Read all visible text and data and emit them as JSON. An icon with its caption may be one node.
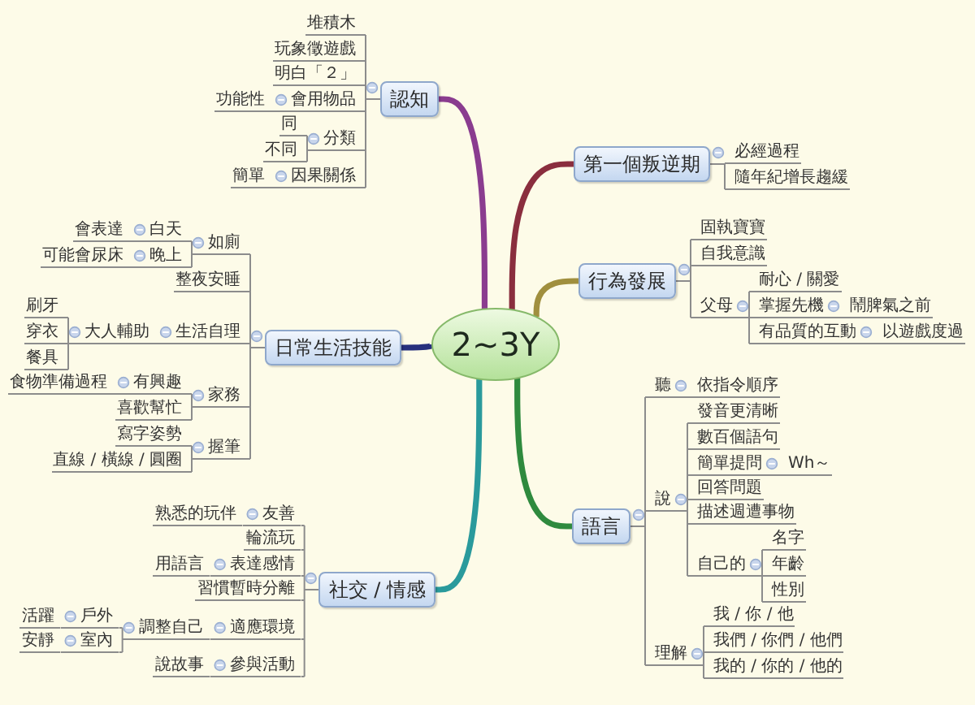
{
  "diagram": {
    "nodes": [
      {
        "text": [
          "2~3Y"
        ]
      },
      {
        "text": [
          "第一個叛逆期"
        ]
      },
      {
        "text": [
          "必經過程"
        ]
      },
      {
        "text": [
          "隨年紀增長趨緩"
        ]
      },
      {
        "text": [
          "行為發展"
        ]
      },
      {
        "text": [
          "固執寶寶"
        ]
      },
      {
        "text": [
          "自我意識"
        ]
      },
      {
        "text": [
          "父母"
        ]
      },
      {
        "text": [
          "耐心 / 關愛"
        ]
      },
      {
        "text": [
          "掌握先機"
        ]
      },
      {
        "text": [
          "鬧脾氣之前"
        ]
      },
      {
        "text": [
          "有品質的互動"
        ]
      },
      {
        "text": [
          "以遊戲度過"
        ]
      },
      {
        "text": [
          "語言"
        ]
      },
      {
        "text": [
          "聽"
        ]
      },
      {
        "text": [
          "依指令順序"
        ]
      },
      {
        "text": [
          "說"
        ]
      },
      {
        "text": [
          "發音更清晰"
        ]
      },
      {
        "text": [
          "數百個語句"
        ]
      },
      {
        "text": [
          "簡單提問"
        ]
      },
      {
        "text": [
          "Wh～"
        ]
      },
      {
        "text": [
          "回答問題"
        ]
      },
      {
        "text": [
          "描述週遭事物"
        ]
      },
      {
        "text": [
          "自己的"
        ]
      },
      {
        "text": [
          "名字"
        ]
      },
      {
        "text": [
          "年齡"
        ]
      },
      {
        "text": [
          "性別"
        ]
      },
      {
        "text": [
          "理解"
        ]
      },
      {
        "text": [
          "我 / 你 / 他"
        ]
      },
      {
        "text": [
          "我們 / 你們 / 他們"
        ]
      },
      {
        "text": [
          "我的 / 你的 / 他的"
        ]
      },
      {
        "text": [
          "社交 / 情感"
        ]
      },
      {
        "text": [
          "友善"
        ]
      },
      {
        "text": [
          "熟悉的玩伴"
        ]
      },
      {
        "text": [
          "輪流玩"
        ]
      },
      {
        "text": [
          "表達感情"
        ]
      },
      {
        "text": [
          "用語言"
        ]
      },
      {
        "text": [
          "習慣暫時分離"
        ]
      },
      {
        "text": [
          "適應環境"
        ]
      },
      {
        "text": [
          "調整自己"
        ]
      },
      {
        "text": [
          "戶外"
        ]
      },
      {
        "text": [
          "活躍"
        ]
      },
      {
        "text": [
          "室內"
        ]
      },
      {
        "text": [
          "安靜"
        ]
      },
      {
        "text": [
          "參與活動"
        ]
      },
      {
        "text": [
          "說故事"
        ]
      },
      {
        "text": [
          "日常生活技能"
        ]
      },
      {
        "text": [
          "如廁"
        ]
      },
      {
        "text": [
          "白天"
        ]
      },
      {
        "text": [
          "會表達"
        ]
      },
      {
        "text": [
          "晚上"
        ]
      },
      {
        "text": [
          "可能會尿床"
        ]
      },
      {
        "text": [
          "整夜安睡"
        ]
      },
      {
        "text": [
          "生活自理"
        ]
      },
      {
        "text": [
          "大人輔助"
        ]
      },
      {
        "text": [
          "刷牙"
        ]
      },
      {
        "text": [
          "穿衣"
        ]
      },
      {
        "text": [
          "餐具"
        ]
      },
      {
        "text": [
          "家務"
        ]
      },
      {
        "text": [
          "有興趣"
        ]
      },
      {
        "text": [
          "食物準備過程"
        ]
      },
      {
        "text": [
          "喜歡幫忙"
        ]
      },
      {
        "text": [
          "握筆"
        ]
      },
      {
        "text": [
          "寫字姿勢"
        ]
      },
      {
        "text": [
          "直線 / 橫線 / 圓圈"
        ]
      },
      {
        "text": [
          "認知"
        ]
      },
      {
        "text": [
          "堆積木"
        ]
      },
      {
        "text": [
          "玩象徵遊戲"
        ]
      },
      {
        "text": [
          "明白「２」"
        ]
      },
      {
        "text": [
          "會用物品"
        ]
      },
      {
        "text": [
          "功能性"
        ]
      },
      {
        "text": [
          "分類"
        ]
      },
      {
        "text": [
          "同"
        ]
      },
      {
        "text": [
          "不同"
        ]
      },
      {
        "text": [
          "因果關係"
        ]
      },
      {
        "text": [
          "簡單"
        ]
      }
    ],
    "edges": [
      {
        "from": 0,
        "to": 1,
        "arrow": "none",
        "style": "thick",
        "color": "#8a2e3e"
      },
      {
        "from": 1,
        "to": 2,
        "arrow": "none"
      },
      {
        "from": 1,
        "to": 3,
        "arrow": "none"
      },
      {
        "from": 0,
        "to": 4,
        "arrow": "none",
        "style": "thick",
        "color": "#a08f3e"
      },
      {
        "from": 4,
        "to": 5,
        "arrow": "none"
      },
      {
        "from": 4,
        "to": 6,
        "arrow": "none"
      },
      {
        "from": 4,
        "to": 7,
        "arrow": "none"
      },
      {
        "from": 7,
        "to": 8,
        "arrow": "none"
      },
      {
        "from": 7,
        "to": 9,
        "arrow": "none"
      },
      {
        "from": 9,
        "to": 10,
        "arrow": "none"
      },
      {
        "from": 7,
        "to": 11,
        "arrow": "none"
      },
      {
        "from": 11,
        "to": 12,
        "arrow": "none"
      },
      {
        "from": 0,
        "to": 13,
        "arrow": "none",
        "style": "thick",
        "color": "#2f8a3e"
      },
      {
        "from": 13,
        "to": 14,
        "arrow": "none"
      },
      {
        "from": 14,
        "to": 15,
        "arrow": "none"
      },
      {
        "from": 13,
        "to": 16,
        "arrow": "none"
      },
      {
        "from": 16,
        "to": 17,
        "arrow": "none"
      },
      {
        "from": 16,
        "to": 18,
        "arrow": "none"
      },
      {
        "from": 16,
        "to": 19,
        "arrow": "none"
      },
      {
        "from": 19,
        "to": 20,
        "arrow": "none"
      },
      {
        "from": 16,
        "to": 21,
        "arrow": "none"
      },
      {
        "from": 16,
        "to": 22,
        "arrow": "none"
      },
      {
        "from": 16,
        "to": 23,
        "arrow": "none"
      },
      {
        "from": 23,
        "to": 24,
        "arrow": "none"
      },
      {
        "from": 23,
        "to": 25,
        "arrow": "none"
      },
      {
        "from": 23,
        "to": 26,
        "arrow": "none"
      },
      {
        "from": 13,
        "to": 27,
        "arrow": "none"
      },
      {
        "from": 27,
        "to": 28,
        "arrow": "none"
      },
      {
        "from": 27,
        "to": 29,
        "arrow": "none"
      },
      {
        "from": 27,
        "to": 30,
        "arrow": "none"
      },
      {
        "from": 0,
        "to": 31,
        "arrow": "none",
        "style": "thick",
        "color": "#2a9a9c"
      },
      {
        "from": 31,
        "to": 32,
        "arrow": "none"
      },
      {
        "from": 32,
        "to": 33,
        "arrow": "none"
      },
      {
        "from": 31,
        "to": 34,
        "arrow": "none"
      },
      {
        "from": 31,
        "to": 35,
        "arrow": "none"
      },
      {
        "from": 35,
        "to": 36,
        "arrow": "none"
      },
      {
        "from": 31,
        "to": 37,
        "arrow": "none"
      },
      {
        "from": 31,
        "to": 38,
        "arrow": "none"
      },
      {
        "from": 38,
        "to": 39,
        "arrow": "none"
      },
      {
        "from": 39,
        "to": 40,
        "arrow": "none"
      },
      {
        "from": 40,
        "to": 41,
        "arrow": "none"
      },
      {
        "from": 39,
        "to": 42,
        "arrow": "none"
      },
      {
        "from": 42,
        "to": 43,
        "arrow": "none"
      },
      {
        "from": 31,
        "to": 44,
        "arrow": "none"
      },
      {
        "from": 44,
        "to": 45,
        "arrow": "none"
      },
      {
        "from": 0,
        "to": 46,
        "arrow": "none",
        "style": "thick",
        "color": "#27307d"
      },
      {
        "from": 46,
        "to": 47,
        "arrow": "none"
      },
      {
        "from": 47,
        "to": 48,
        "arrow": "none"
      },
      {
        "from": 48,
        "to": 49,
        "arrow": "none"
      },
      {
        "from": 47,
        "to": 50,
        "arrow": "none"
      },
      {
        "from": 50,
        "to": 51,
        "arrow": "none"
      },
      {
        "from": 46,
        "to": 52,
        "arrow": "none"
      },
      {
        "from": 46,
        "to": 53,
        "arrow": "none"
      },
      {
        "from": 53,
        "to": 54,
        "arrow": "none"
      },
      {
        "from": 54,
        "to": 55,
        "arrow": "none"
      },
      {
        "from": 54,
        "to": 56,
        "arrow": "none"
      },
      {
        "from": 54,
        "to": 57,
        "arrow": "none"
      },
      {
        "from": 46,
        "to": 58,
        "arrow": "none"
      },
      {
        "from": 58,
        "to": 59,
        "arrow": "none"
      },
      {
        "from": 59,
        "to": 60,
        "arrow": "none"
      },
      {
        "from": 58,
        "to": 61,
        "arrow": "none"
      },
      {
        "from": 46,
        "to": 62,
        "arrow": "none"
      },
      {
        "from": 62,
        "to": 63,
        "arrow": "none"
      },
      {
        "from": 62,
        "to": 64,
        "arrow": "none"
      },
      {
        "from": 0,
        "to": 65,
        "arrow": "none",
        "style": "thick",
        "color": "#8a3c8f"
      },
      {
        "from": 65,
        "to": 66,
        "arrow": "none"
      },
      {
        "from": 65,
        "to": 67,
        "arrow": "none"
      },
      {
        "from": 65,
        "to": 68,
        "arrow": "none"
      },
      {
        "from": 65,
        "to": 69,
        "arrow": "none"
      },
      {
        "from": 69,
        "to": 70,
        "arrow": "none"
      },
      {
        "from": 65,
        "to": 71,
        "arrow": "none"
      },
      {
        "from": 71,
        "to": 72,
        "arrow": "none"
      },
      {
        "from": 71,
        "to": 73,
        "arrow": "none"
      },
      {
        "from": 65,
        "to": 74,
        "arrow": "none"
      },
      {
        "from": 74,
        "to": 75,
        "arrow": "none"
      }
    ]
  }
}
